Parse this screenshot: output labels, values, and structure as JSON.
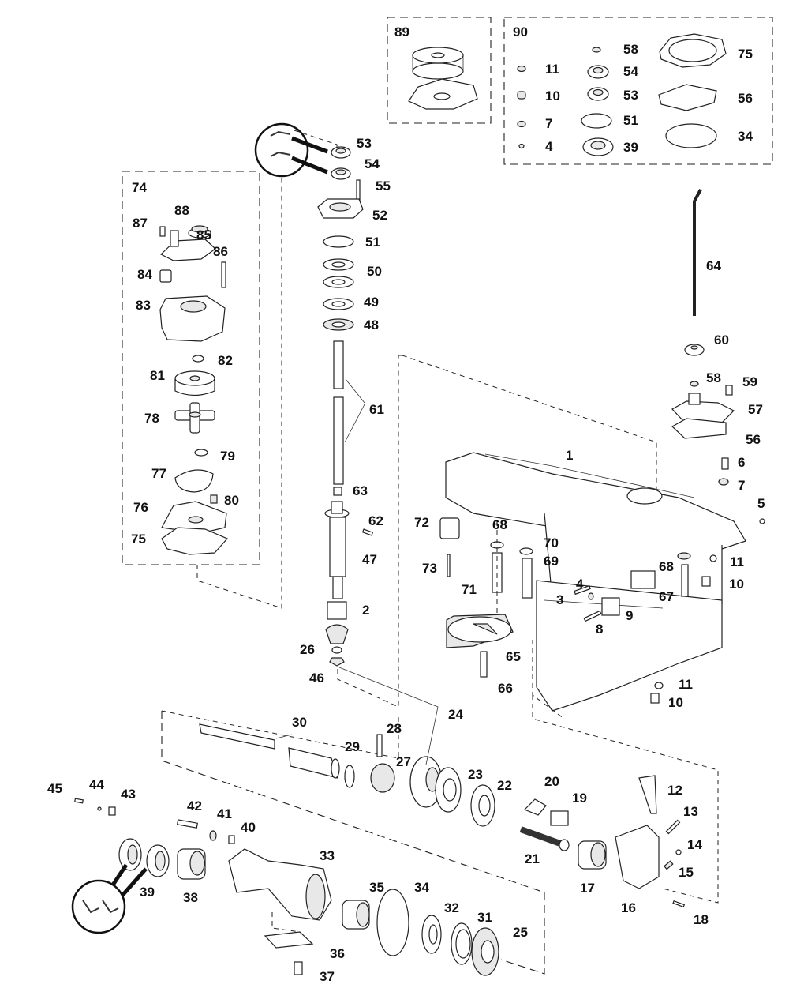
{
  "diagram": {
    "title": "Gearcase exploded parts view",
    "kits": [
      {
        "id": "89",
        "label": "89"
      },
      {
        "id": "90",
        "label": "90",
        "contents": [
          "11",
          "10",
          "7",
          "4",
          "58",
          "54",
          "53",
          "51",
          "39",
          "75",
          "56",
          "34"
        ]
      },
      {
        "id": "74",
        "label": "74"
      }
    ],
    "callouts": {
      "p1": "1",
      "p2": "2",
      "p3": "3",
      "p4": "4",
      "p4k": "4",
      "p5": "5",
      "p6": "6",
      "p7": "7",
      "p7k": "7",
      "p8": "8",
      "p9": "9",
      "p10": "10",
      "p10b": "10",
      "p10k": "10",
      "p11": "11",
      "p11b": "11",
      "p11k": "11",
      "p12": "12",
      "p13": "13",
      "p14": "14",
      "p15": "15",
      "p16": "16",
      "p17": "17",
      "p18": "18",
      "p19": "19",
      "p20": "20",
      "p21": "21",
      "p22": "22",
      "p23": "23",
      "p24": "24",
      "p25": "25",
      "p26": "26",
      "p27": "27",
      "p28": "28",
      "p29": "29",
      "p30": "30",
      "p31": "31",
      "p32": "32",
      "p33": "33",
      "p34": "34",
      "p34k": "34",
      "p35": "35",
      "p36": "36",
      "p37": "37",
      "p38": "38",
      "p39": "39",
      "p39k": "39",
      "p40": "40",
      "p41": "41",
      "p42": "42",
      "p43": "43",
      "p44": "44",
      "p45": "45",
      "p46": "46",
      "p47": "47",
      "p48": "48",
      "p49": "49",
      "p50": "50",
      "p51": "51",
      "p51k": "51",
      "p52": "52",
      "p53": "53",
      "p53k": "53",
      "p54": "54",
      "p54k": "54",
      "p55": "55",
      "p56": "56",
      "p56k": "56",
      "p57": "57",
      "p58": "58",
      "p58k": "58",
      "p59": "59",
      "p60": "60",
      "p61": "61",
      "p62": "62",
      "p63": "63",
      "p64": "64",
      "p65": "65",
      "p66": "66",
      "p67": "67",
      "p68": "68",
      "p68b": "68",
      "p69": "69",
      "p70": "70",
      "p71": "71",
      "p72": "72",
      "p73": "73",
      "p75": "75",
      "p75k": "75",
      "p76": "76",
      "p77": "77",
      "p78": "78",
      "p79": "79",
      "p80": "80",
      "p81": "81",
      "p82": "82",
      "p83": "83",
      "p84": "84",
      "p85": "85",
      "p86": "86",
      "p87": "87",
      "p88": "88"
    }
  }
}
